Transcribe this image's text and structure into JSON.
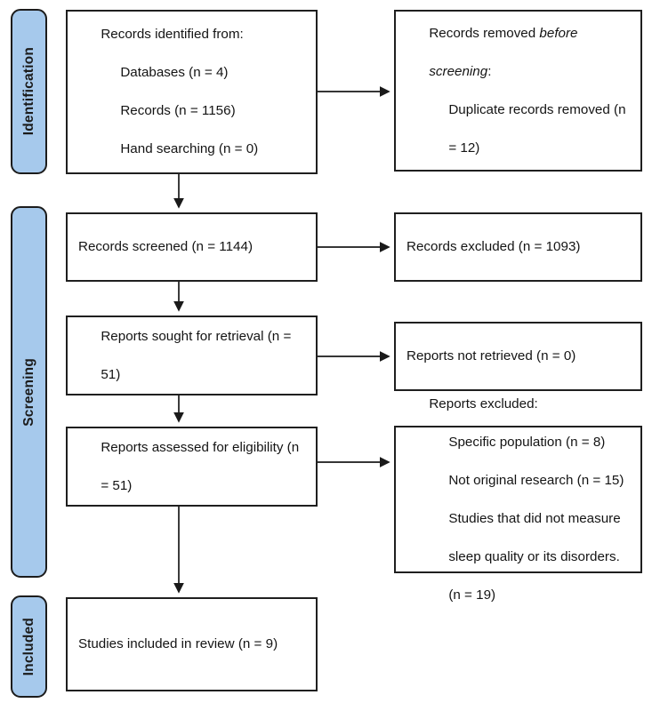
{
  "diagram": {
    "title": "PRISMA 2020 flow diagram",
    "accent_color": "#a6c9ec",
    "border_color": "#1f1f1f",
    "text_color": "#141414"
  },
  "stages": [
    {
      "id": "identification",
      "label": "Identification"
    },
    {
      "id": "screening",
      "label": "Screening"
    },
    {
      "id": "included",
      "label": "Included"
    }
  ],
  "boxes": {
    "records_identified": {
      "line1": "Records identified from:",
      "line2": "Databases (n = 4)",
      "line3": "Records (n = 1156)",
      "line4": "Hand searching (n = 0)"
    },
    "records_removed": {
      "line1_plain": "Records removed ",
      "line1_italic": "before",
      "line2_italic": "screening",
      "line2_plain": ":",
      "line3": "Duplicate records removed (n",
      "line4": "= 12)"
    },
    "records_screened": {
      "line1": "Records screened (n = 1144)"
    },
    "records_excluded": {
      "line1": "Records excluded (n = 1093)"
    },
    "reports_sought": {
      "line1": "Reports sought for retrieval (n =",
      "line2": "51)"
    },
    "reports_not_retrieved": {
      "line1": "Reports not retrieved (n = 0)"
    },
    "reports_assessed": {
      "line1": "Reports assessed for eligibility (n",
      "line2": "= 51)"
    },
    "reports_excluded": {
      "line1": "Reports excluded:",
      "line2": "Specific population (n = 8)",
      "line3": "Not original research (n = 15)",
      "line4": "Studies that did not measure",
      "line5": "sleep quality or its disorders.",
      "line6": "(n = 19)"
    },
    "studies_included": {
      "line1": "Studies included in review (n = 9)"
    }
  },
  "chart_data": {
    "type": "diagram",
    "subtype": "prisma-flow",
    "title": "PRISMA 2020 flow diagram",
    "phases": [
      "Identification",
      "Screening",
      "Included"
    ],
    "nodes": [
      {
        "id": "records_identified",
        "phase": "Identification",
        "column": "left",
        "counts": {
          "databases": 4,
          "records": 1156,
          "hand_searching": 0
        }
      },
      {
        "id": "records_removed",
        "phase": "Identification",
        "column": "right",
        "counts": {
          "duplicate_records_removed": 12
        }
      },
      {
        "id": "records_screened",
        "phase": "Screening",
        "column": "left",
        "counts": {
          "n": 1144
        }
      },
      {
        "id": "records_excluded",
        "phase": "Screening",
        "column": "right",
        "counts": {
          "n": 1093
        }
      },
      {
        "id": "reports_sought",
        "phase": "Screening",
        "column": "left",
        "counts": {
          "n": 51
        }
      },
      {
        "id": "reports_not_retrieved",
        "phase": "Screening",
        "column": "right",
        "counts": {
          "n": 0
        }
      },
      {
        "id": "reports_assessed",
        "phase": "Screening",
        "column": "left",
        "counts": {
          "n": 51
        }
      },
      {
        "id": "reports_excluded",
        "phase": "Screening",
        "column": "right",
        "counts": {
          "specific_population": 8,
          "not_original_research": 15,
          "did_not_measure_sleep_quality": 19
        }
      },
      {
        "id": "studies_included",
        "phase": "Included",
        "column": "left",
        "counts": {
          "n": 9
        }
      }
    ],
    "edges": [
      {
        "from": "records_identified",
        "to": "records_removed",
        "direction": "right"
      },
      {
        "from": "records_identified",
        "to": "records_screened",
        "direction": "down"
      },
      {
        "from": "records_screened",
        "to": "records_excluded",
        "direction": "right"
      },
      {
        "from": "records_screened",
        "to": "reports_sought",
        "direction": "down"
      },
      {
        "from": "reports_sought",
        "to": "reports_not_retrieved",
        "direction": "right"
      },
      {
        "from": "reports_sought",
        "to": "reports_assessed",
        "direction": "down"
      },
      {
        "from": "reports_assessed",
        "to": "reports_excluded",
        "direction": "right"
      },
      {
        "from": "reports_assessed",
        "to": "studies_included",
        "direction": "down"
      }
    ]
  }
}
